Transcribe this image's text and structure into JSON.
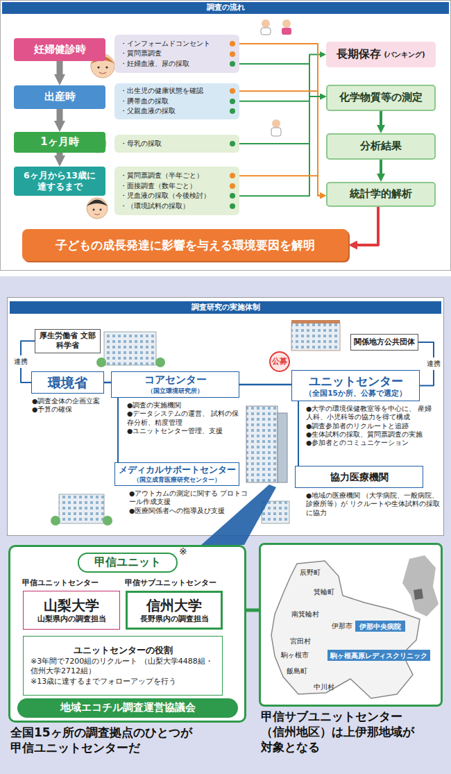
{
  "diagram": {
    "nodes": [
      {
        "text": [
          "調査の流れ"
        ]
      },
      {
        "text": [
          "妊婦健診時"
        ]
      },
      {
        "text": [
          "出産時"
        ]
      },
      {
        "text": [
          "1ヶ月時"
        ]
      },
      {
        "text": [
          "6ヶ月から13歳に 達するまで"
        ]
      },
      {
        "text": [
          "・インフォームドコンセント",
          "・質問票調査",
          "・妊婦血液、尿の採取"
        ]
      },
      {
        "text": [
          "・出生児の健康状態を確認",
          "・臍帯血の採取",
          "・父親血液の採取"
        ]
      },
      {
        "text": [
          "・母乳の採取"
        ]
      },
      {
        "text": [
          "・質問票調査（半年ごと）",
          "・面接調査（数年ごと）",
          "・児血液の採取（今後検討）",
          "・（環境試料の採取）"
        ]
      },
      {
        "text": [
          "長期保存",
          "(バンキング)"
        ]
      },
      {
        "text": [
          "化学物質等の測定"
        ]
      },
      {
        "text": [
          "分析結果"
        ]
      },
      {
        "text": [
          "統計学的解析"
        ]
      },
      {
        "text": [
          "子どもの成長発達に影響を与える環境要因を解明"
        ]
      },
      {
        "text": [
          "調査研究の実施体制"
        ]
      },
      {
        "text": [
          "厚生労働省 文部科学省"
        ]
      },
      {
        "text": [
          "環境省",
          "●調査全体の企画立案",
          "●予算の確保"
        ]
      },
      {
        "text": [
          "コアセンター",
          "（国立環境研究所）",
          "●調査の実施機関",
          "●データシステムの運営、 試料の保存分析、精度管理",
          "●ユニットセンター管理、支援"
        ]
      },
      {
        "text": [
          "関係地方公共団体"
        ]
      },
      {
        "text": [
          "公募"
        ]
      },
      {
        "text": [
          "ユニットセンター",
          "（全国15か所、公募で選定）",
          "●大学の環境保健教室等を中心に、 産婦人科、小児科等の協力を得て構成",
          "●調査参加者のリクルートと追跡",
          "●生体試料の採取、質問票調査の実施",
          "●参加者とのコミュニケーション"
        ]
      },
      {
        "text": [
          "メディカルサポートセンター",
          "（国立成育医療研究センター）",
          "●アウトカムの測定に関する プロトコール作成支援",
          "●医療関係者への指導及び支援"
        ]
      },
      {
        "text": [
          "協力医療機関",
          "●地域の医療機関 （大学病院、一般病院、診療所等）が リクルートや生体試料の採取に協力"
        ]
      },
      {
        "text": [
          "甲信ユニット",
          "全国15ヶ所の調査拠点のひとつが 甲信ユニットセンターだ"
        ]
      },
      {
        "text": [
          "甲信ユニットセンター",
          "山梨大学",
          "山梨県内の調査担当"
        ],
        "in": 23
      },
      {
        "text": [
          "甲信サブユニットセンター",
          "信州大学",
          "長野県内の調査担当"
        ],
        "in": 23
      },
      {
        "text": [
          "ユニットセンターの役割",
          "※3年間で7200組のリクルート （山梨大学4488組・信州大学2712組）",
          "※13歳に達するまでフォローアップを行う"
        ],
        "in": 23
      },
      {
        "text": [
          "地域エコチル調査運営協議会"
        ],
        "in": 23
      },
      {
        "text": [
          "甲信サブユニットセンター （信州地区）は上伊那地域が 対象となる"
        ]
      },
      {
        "text": [
          "伊那中央病院"
        ],
        "in": 28
      },
      {
        "text": [
          "駒ヶ根高原レディスクリニック"
        ],
        "in": 28
      }
    ],
    "edges": [
      {
        "from": 1,
        "to": 2,
        "arrow": "to"
      },
      {
        "from": 2,
        "to": 3,
        "arrow": "to"
      },
      {
        "from": 3,
        "to": 4,
        "arrow": "to"
      },
      {
        "from": 5,
        "to": 9,
        "arrow": "to"
      },
      {
        "from": 5,
        "to": 10,
        "arrow": "to"
      },
      {
        "from": 5,
        "to": 12,
        "arrow": "to"
      },
      {
        "from": 6,
        "to": 10,
        "arrow": "to"
      },
      {
        "from": 6,
        "to": 12,
        "arrow": "to"
      },
      {
        "from": 7,
        "to": 10,
        "arrow": "to"
      },
      {
        "from": 8,
        "to": 10,
        "arrow": "to"
      },
      {
        "from": 8,
        "to": 12,
        "arrow": "to"
      },
      {
        "from": 10,
        "to": 11,
        "arrow": "to"
      },
      {
        "from": 11,
        "to": 12,
        "arrow": "to"
      },
      {
        "from": 12,
        "to": 13,
        "arrow": "to"
      },
      {
        "from": 15,
        "to": 16,
        "label": "連携",
        "arrow": "none"
      },
      {
        "from": 16,
        "to": 17,
        "arrow": "none"
      },
      {
        "from": 17,
        "to": 20,
        "arrow": "none"
      },
      {
        "from": 20,
        "to": 18,
        "label": "連携",
        "arrow": "none"
      },
      {
        "from": 17,
        "to": 21,
        "arrow": "none"
      },
      {
        "from": 20,
        "to": 22,
        "arrow": "none"
      },
      {
        "from": 25,
        "to": 28,
        "arrow": "none"
      }
    ],
    "labels": [
      "※",
      "辰野町",
      "箕輪町",
      "南箕輪村",
      "伊那市",
      "宮田村",
      "駒ヶ根市",
      "飯島町",
      "中川村"
    ]
  }
}
